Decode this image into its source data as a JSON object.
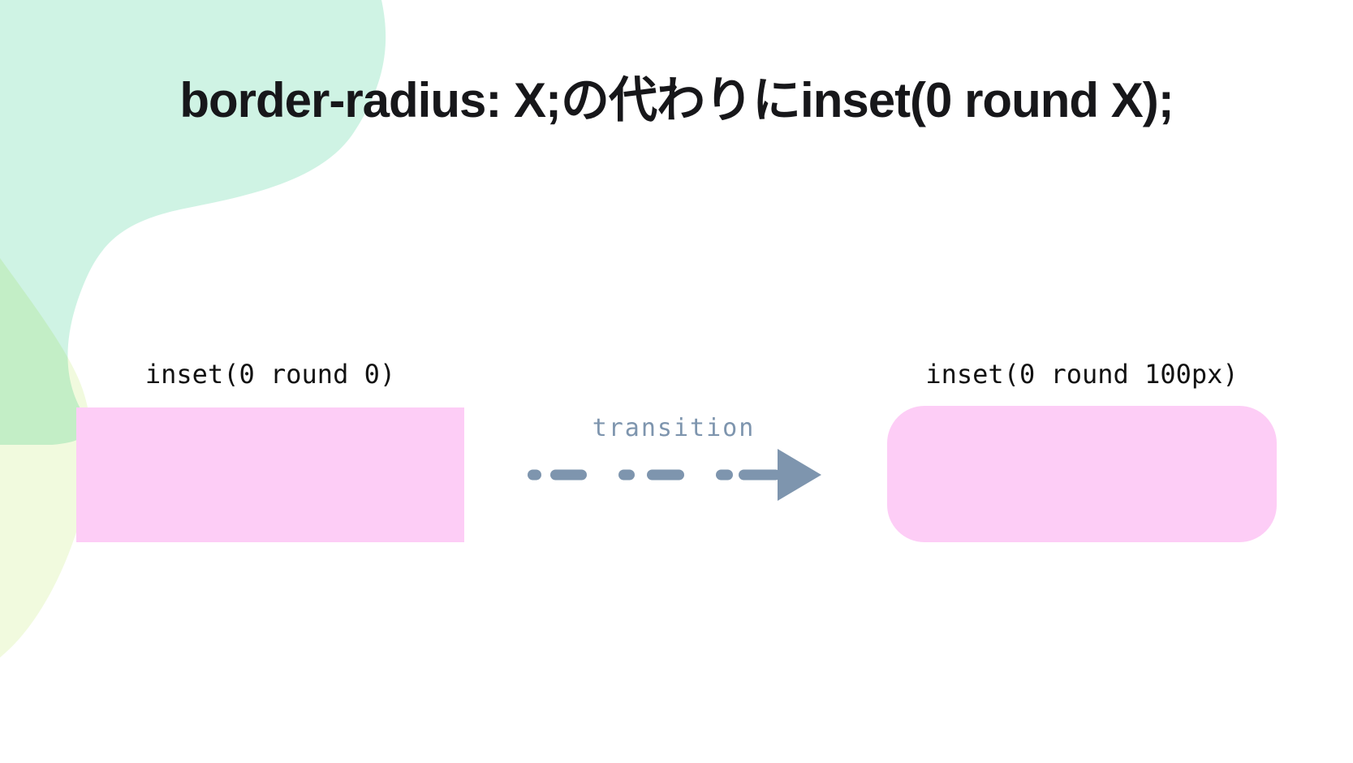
{
  "slide": {
    "title": "border-radius: X;の代わりにinset(0 round X);",
    "demo": {
      "before_label": "inset(0 round 0)",
      "after_label": "inset(0 round 100px)",
      "transition_label": "transition"
    },
    "icons": {
      "transition_arrow": "dashed-right-arrow"
    },
    "colors": {
      "background": "#ffffff",
      "pink": "#fdcdf6",
      "mint": "#cff3e4",
      "lime": "#f1fade",
      "slate": "#7e95ae",
      "title-text": "#17171a",
      "label-text": "#121212"
    }
  }
}
